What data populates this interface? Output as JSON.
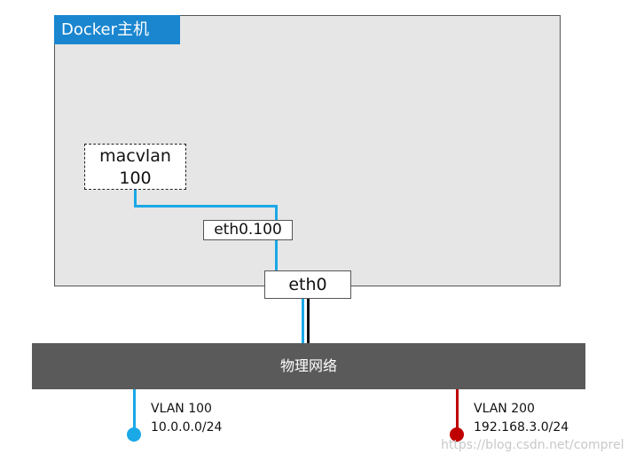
{
  "host": {
    "label": "Docker主机"
  },
  "interfaces": {
    "macvlan_line1": "macvlan",
    "macvlan_line2": "100",
    "subinterface": "eth0.100",
    "physical": "eth0"
  },
  "network": {
    "label": "物理网络"
  },
  "vlans": [
    {
      "name": "VLAN 100",
      "subnet": "10.0.0.0/24",
      "color": "#1aa8e6"
    },
    {
      "name": "VLAN 200",
      "subnet": "192.168.3.0/24",
      "color": "#c00000"
    }
  ],
  "watermark": "https://blog.csdn.net/comprel"
}
